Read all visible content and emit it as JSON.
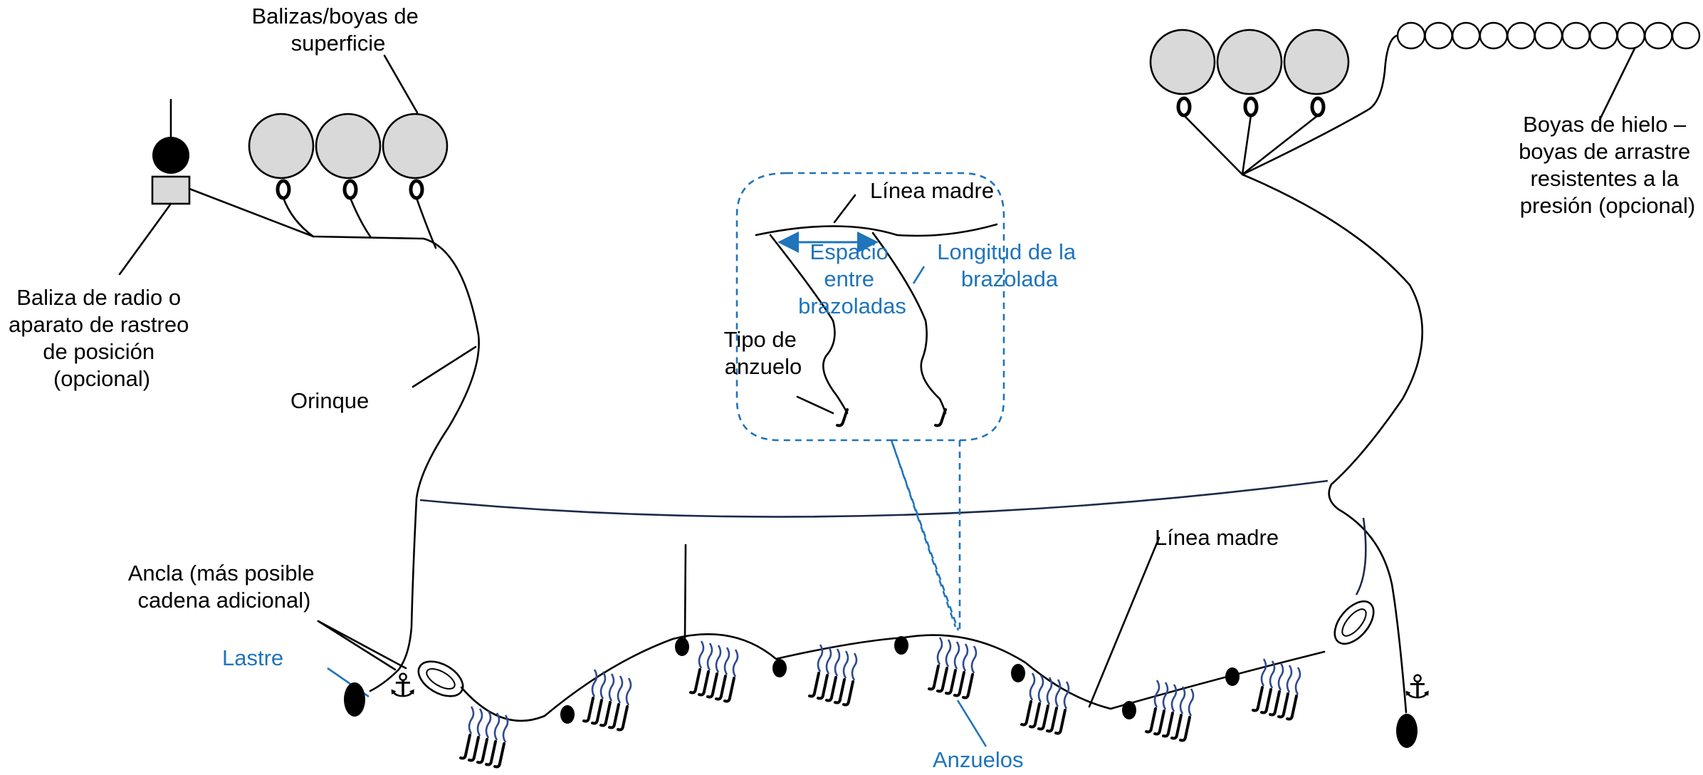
{
  "labels": {
    "surface_buoys": [
      "Balizas/boyas de",
      "superficie"
    ],
    "radio_beacon": [
      "Baliza de radio o",
      "aparato de rastreo",
      "de posición",
      "(opcional)"
    ],
    "buoy_line": "Orinque",
    "anchor": [
      "Ancla (más posible",
      "cadena adicional)"
    ],
    "ballast": "Lastre",
    "hooks": "Anzuelos",
    "mainline_bottom": "Línea madre",
    "mainline_inset": "Línea madre",
    "branch_spacing": [
      "Espacio",
      "entre",
      "brazoladas"
    ],
    "branch_length": [
      "Longitud de la",
      "brazolada"
    ],
    "hook_type": [
      "Tipo de",
      "anzuelo"
    ],
    "ice_buoys": [
      "Boyas de hielo –",
      "boyas de arrastre",
      "resistentes a la",
      "presión (opcional)"
    ]
  },
  "colors": {
    "line": "#000000",
    "blue_label": "#1f74bb",
    "mainline_navy": "#1b2a4a",
    "buoy_fill": "#d9d9d9",
    "snood": "#2e4a8e"
  }
}
